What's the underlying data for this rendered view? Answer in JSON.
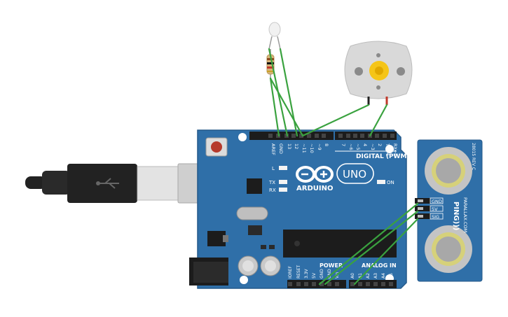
{
  "board": {
    "name_label": "UNO",
    "brand_label": "ARDUINO",
    "digital_label": "DIGITAL (PWM~)",
    "power_label": "POWER",
    "analog_label": "ANALOG IN",
    "on_label": "ON",
    "l_label": "L",
    "tx_label": "TX",
    "rx_label": "RX",
    "top_pins": [
      "AREF",
      "GND",
      "13",
      "12",
      "~11",
      "~10",
      "~9",
      "8",
      "7",
      "~6",
      "~5",
      "4",
      "~3",
      "2",
      "TX→1",
      "RX←0"
    ],
    "bottom_pins": [
      "IOREF",
      "RESET",
      "3.3V",
      "5V",
      "GND",
      "GND",
      "Vin",
      "A0",
      "A1",
      "A2",
      "A3",
      "A4",
      "A5"
    ]
  },
  "sensor": {
    "brand_label": "PING)))",
    "maker_label": "PARALLAX.COM",
    "part_label": "28015 REV C",
    "pins": [
      "GND",
      "5V",
      "SIG"
    ]
  },
  "colors": {
    "board": "#2f6fa8",
    "board_dark": "#1f4e7a",
    "wire": "#3aa23f",
    "sensor": "#2f6fa8",
    "motor": "#d9d9d9",
    "gear": "#f5c518"
  }
}
